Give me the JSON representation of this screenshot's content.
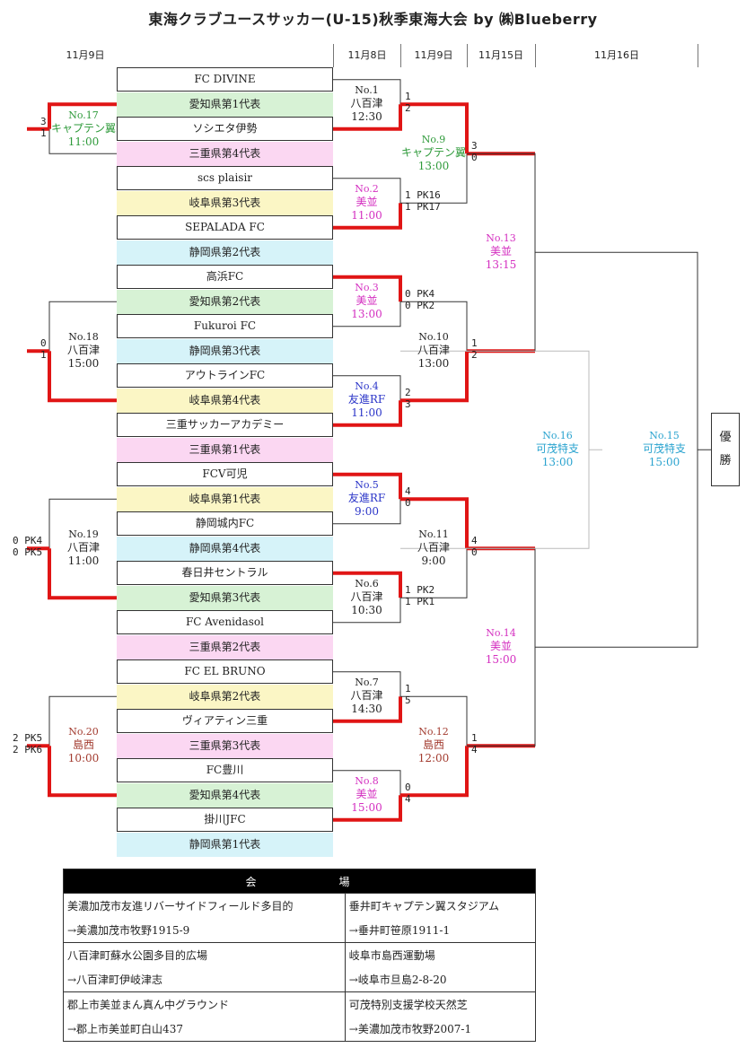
{
  "title": "東海クラブユースサッカー(U-15)秋季東海大会 by ㈱Blueberry",
  "dates": [
    "11月9日",
    "11月8日",
    "11月9日",
    "11月15日",
    "11月16日"
  ],
  "colors": {
    "green": "#2e9a3a",
    "magenta": "#d42fc0",
    "blue": "#2a34c8",
    "brown": "#a23a2e",
    "cyan": "#2aa3cf",
    "black": "#222222",
    "win": "#e01515"
  },
  "slots": [
    {
      "name": "FC DIVINE",
      "type": "team"
    },
    {
      "name": "愛知県第1代表",
      "type": "seed",
      "color": "#d7f2d5"
    },
    {
      "name": "ソシエタ伊勢",
      "type": "team"
    },
    {
      "name": "三重県第4代表",
      "type": "seed",
      "color": "#fbd7f2"
    },
    {
      "name": "scs plaisir",
      "type": "team"
    },
    {
      "name": "岐阜県第3代表",
      "type": "seed",
      "color": "#fbf6c5"
    },
    {
      "name": "SEPALADA FC",
      "type": "team"
    },
    {
      "name": "静岡県第2代表",
      "type": "seed",
      "color": "#d6f3f9"
    },
    {
      "name": "高浜FC",
      "type": "team"
    },
    {
      "name": "愛知県第2代表",
      "type": "seed",
      "color": "#d7f2d5"
    },
    {
      "name": "Fukuroi FC",
      "type": "team"
    },
    {
      "name": "静岡県第3代表",
      "type": "seed",
      "color": "#d6f3f9"
    },
    {
      "name": "アウトラインFC",
      "type": "team"
    },
    {
      "name": "岐阜県第4代表",
      "type": "seed",
      "color": "#fbf6c5"
    },
    {
      "name": "三重サッカーアカデミー",
      "type": "team"
    },
    {
      "name": "三重県第1代表",
      "type": "seed",
      "color": "#fbd7f2"
    },
    {
      "name": "FCV可児",
      "type": "team"
    },
    {
      "name": "岐阜県第1代表",
      "type": "seed",
      "color": "#fbf6c5"
    },
    {
      "name": "静岡城内FC",
      "type": "team"
    },
    {
      "name": "静岡県第4代表",
      "type": "seed",
      "color": "#d6f3f9"
    },
    {
      "name": "春日井セントラル",
      "type": "team"
    },
    {
      "name": "愛知県第3代表",
      "type": "seed",
      "color": "#d7f2d5"
    },
    {
      "name": "FC Avenidasol",
      "type": "team"
    },
    {
      "name": "三重県第2代表",
      "type": "seed",
      "color": "#fbd7f2"
    },
    {
      "name": "FC EL BRUNO",
      "type": "team"
    },
    {
      "name": "岐阜県第2代表",
      "type": "seed",
      "color": "#fbf6c5"
    },
    {
      "name": "ヴィアティン三重",
      "type": "team"
    },
    {
      "name": "三重県第3代表",
      "type": "seed",
      "color": "#fbd7f2"
    },
    {
      "name": "FC豊川",
      "type": "team"
    },
    {
      "name": "愛知県第4代表",
      "type": "seed",
      "color": "#d7f2d5"
    },
    {
      "name": "掛川JFC",
      "type": "team"
    },
    {
      "name": "静岡県第1代表",
      "type": "seed",
      "color": "#d6f3f9"
    }
  ],
  "matches": [
    {
      "id": "m1",
      "no": "No.1",
      "venue": "八百津",
      "time": "12:30",
      "color": "black",
      "a": [
        0
      ],
      "b": [
        2
      ],
      "sa": "1",
      "sb": "2",
      "winner": "b"
    },
    {
      "id": "m2",
      "no": "No.2",
      "venue": "美並",
      "time": "11:00",
      "color": "magenta",
      "a": [
        4
      ],
      "b": [
        6
      ],
      "sa": "1",
      "sb": "1",
      "pa": "PK16",
      "pb": "PK17",
      "winner": "b"
    },
    {
      "id": "m3",
      "no": "No.3",
      "venue": "美並",
      "time": "13:00",
      "color": "magenta",
      "a": [
        8
      ],
      "b": [
        10
      ],
      "sa": "0",
      "sb": "0",
      "pa": "PK4",
      "pb": "PK2",
      "winner": "a"
    },
    {
      "id": "m4",
      "no": "No.4",
      "venue": "友進RF",
      "time": "11:00",
      "color": "blue",
      "a": [
        12
      ],
      "b": [
        14
      ],
      "sa": "2",
      "sb": "3",
      "winner": "b"
    },
    {
      "id": "m5",
      "no": "No.5",
      "venue": "友進RF",
      "time": "9:00",
      "color": "blue",
      "a": [
        16
      ],
      "b": [
        18
      ],
      "sa": "4",
      "sb": "0",
      "winner": "a"
    },
    {
      "id": "m6",
      "no": "No.6",
      "venue": "八百津",
      "time": "10:30",
      "color": "black",
      "a": [
        20
      ],
      "b": [
        22
      ],
      "sa": "1",
      "sb": "1",
      "pa": "PK2",
      "pb": "PK1",
      "winner": "a"
    },
    {
      "id": "m7",
      "no": "No.7",
      "venue": "八百津",
      "time": "14:30",
      "color": "black",
      "a": [
        24
      ],
      "b": [
        26
      ],
      "sa": "1",
      "sb": "5",
      "winner": "b"
    },
    {
      "id": "m8",
      "no": "No.8",
      "venue": "美並",
      "time": "15:00",
      "color": "magenta",
      "a": [
        28
      ],
      "b": [
        30
      ],
      "sa": "0",
      "sb": "4",
      "winner": "b"
    },
    {
      "id": "m17",
      "no": "No.17",
      "venue": "キャプテン翼",
      "time": "11:00",
      "color": "green",
      "a": [
        1
      ],
      "b": [
        3
      ],
      "sa": "3",
      "sb": "1",
      "winner": "a"
    },
    {
      "id": "m18",
      "no": "No.18",
      "venue": "八百津",
      "time": "15:00",
      "color": "black",
      "a": [
        9
      ],
      "b": [
        13
      ],
      "sa": "0",
      "sb": "1",
      "winner": "b"
    },
    {
      "id": "m19",
      "no": "No.19",
      "venue": "八百津",
      "time": "11:00",
      "color": "black",
      "a": [
        17
      ],
      "b": [
        21
      ],
      "sa": "0",
      "sb": "0",
      "pa": "PK4",
      "pb": "PK5",
      "winner": "b"
    },
    {
      "id": "m20",
      "no": "No.20",
      "venue": "島西",
      "time": "10:00",
      "color": "brown",
      "a": [
        25
      ],
      "b": [
        29
      ],
      "sa": "2",
      "sb": "2",
      "pa": "PK5",
      "pb": "PK6",
      "winner": "b"
    },
    {
      "id": "m9",
      "no": "No.9",
      "venue": "キャプテン翼",
      "time": "13:00",
      "color": "green",
      "a": [
        "m1"
      ],
      "b": [
        "m2"
      ],
      "sa": "3",
      "sb": "0",
      "winner": "a"
    },
    {
      "id": "m10",
      "no": "No.10",
      "venue": "八百津",
      "time": "13:00",
      "color": "black",
      "a": [
        "m3"
      ],
      "b": [
        "m4"
      ],
      "sa": "1",
      "sb": "2",
      "winner": "b"
    },
    {
      "id": "m11",
      "no": "No.11",
      "venue": "八百津",
      "time": "9:00",
      "color": "black",
      "a": [
        "m5"
      ],
      "b": [
        "m6"
      ],
      "sa": "4",
      "sb": "0",
      "winner": "a"
    },
    {
      "id": "m12",
      "no": "No.12",
      "venue": "島西",
      "time": "12:00",
      "color": "brown",
      "a": [
        "m7"
      ],
      "b": [
        "m8"
      ],
      "sa": "1",
      "sb": "4",
      "winner": "b"
    },
    {
      "id": "m13",
      "no": "No.13",
      "venue": "美並",
      "time": "13:15",
      "color": "magenta",
      "a": [
        "m9"
      ],
      "b": [
        "m10"
      ]
    },
    {
      "id": "m14",
      "no": "No.14",
      "venue": "美並",
      "time": "15:00",
      "color": "magenta",
      "a": [
        "m11"
      ],
      "b": [
        "m12"
      ]
    },
    {
      "id": "m16",
      "no": "No.16",
      "venue": "可茂特支",
      "time": "13:00",
      "color": "cyan",
      "a": [
        "m10"
      ],
      "b": [
        "m11"
      ]
    },
    {
      "id": "m15",
      "no": "No.15",
      "venue": "可茂特支",
      "time": "15:00",
      "color": "cyan",
      "a": [
        "m13"
      ],
      "b": [
        "m14"
      ]
    }
  ],
  "champion": [
    "優",
    "勝"
  ],
  "venues": {
    "header": "会　場",
    "rows": [
      [
        "美濃加茂市友進リバーサイドフィールド多目的",
        "垂井町キャプテン翼スタジアム"
      ],
      [
        "→美濃加茂市牧野1915-9",
        "→垂井町笹原1911-1"
      ],
      [
        "八百津町蘇水公園多目的広場",
        "岐阜市島西運動場"
      ],
      [
        "→八百津町伊岐津志",
        "→岐阜市旦島2-8-20"
      ],
      [
        "郡上市美並まん真ん中グラウンド",
        "可茂特別支援学校天然芝"
      ],
      [
        "→郡上市美並町白山437",
        "→美濃加茂市牧野2007-1"
      ]
    ]
  }
}
